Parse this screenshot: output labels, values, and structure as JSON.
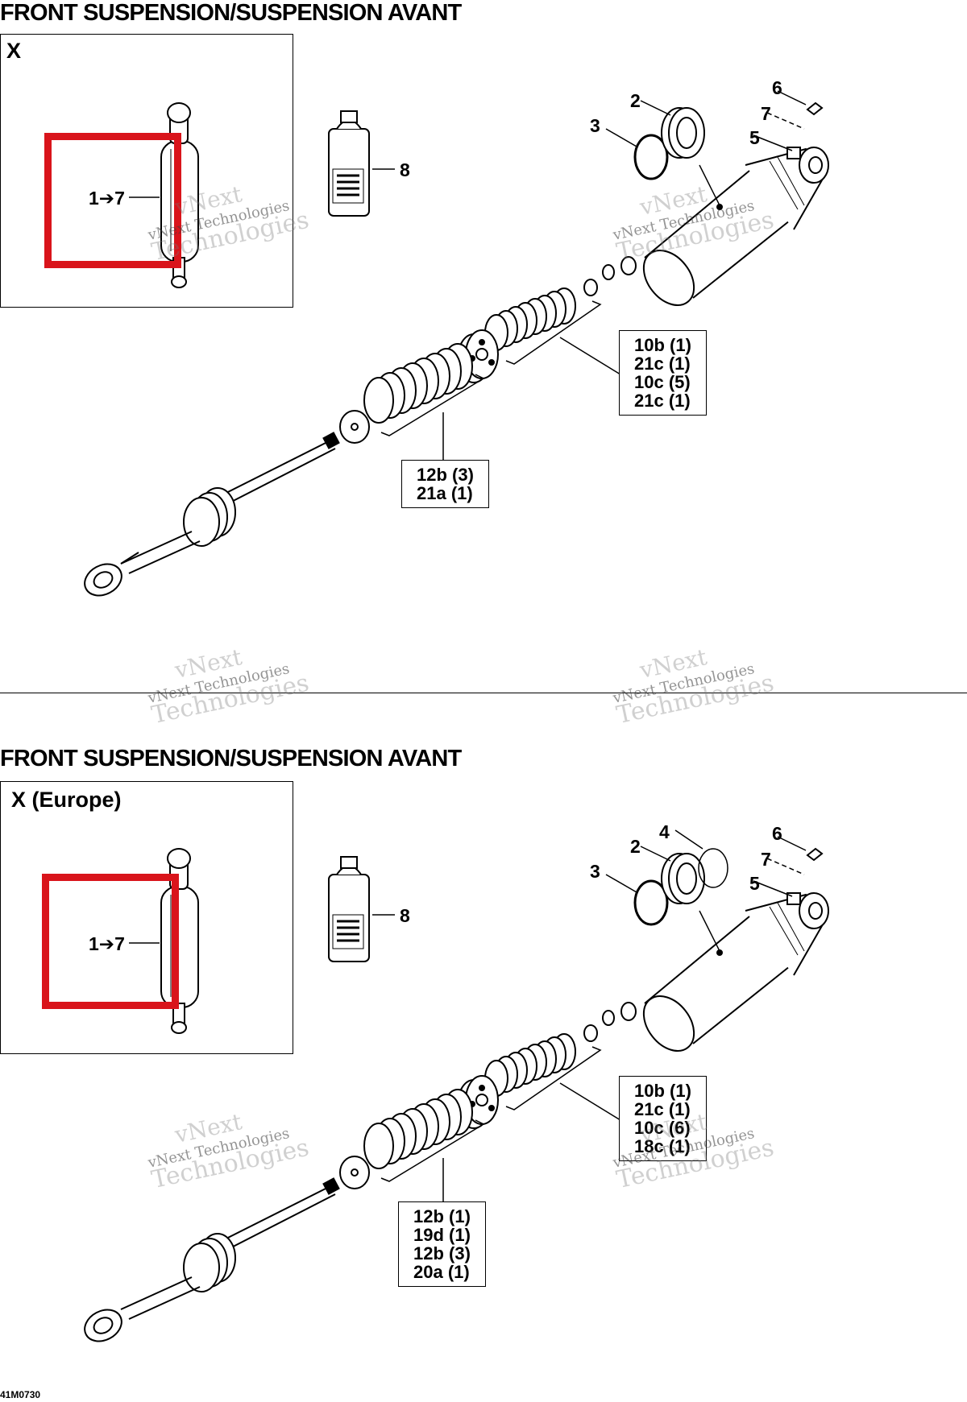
{
  "diagrams": [
    {
      "title": "FRONT SUSPENSION/SUSPENSION AVANT",
      "inset_label": "X",
      "range_label": "1➔7",
      "callouts": {
        "c8": "8",
        "c2": "2",
        "c3": "3",
        "c5": "5",
        "c6": "6",
        "c7": "7"
      },
      "upper_box": [
        "10b (1)",
        "21c (1)",
        "10c (5)",
        "21c (1)"
      ],
      "lower_box": [
        "12b (3)",
        "21a (1)"
      ]
    },
    {
      "title": "FRONT SUSPENSION/SUSPENSION AVANT",
      "inset_label": "X (Europe)",
      "range_label": "1➔7",
      "callouts": {
        "c8": "8",
        "c2": "2",
        "c3": "3",
        "c4": "4",
        "c5": "5",
        "c6": "6",
        "c7": "7"
      },
      "upper_box": [
        "10b (1)",
        "21c (1)",
        "10c (6)",
        "18c (1)"
      ],
      "lower_box": [
        "12b (1)",
        "19d (1)",
        "12b (3)",
        "20a (1)"
      ]
    }
  ],
  "watermark": {
    "line1": "vNext",
    "line2": "vNext Technologies",
    "line3": "Technologies"
  },
  "footer_code": "41M0730",
  "icons": [
    "shock-absorber-icon",
    "oil-bottle-icon",
    "o-ring-icon",
    "seal-icon",
    "reservoir-icon",
    "damper-rod-icon",
    "spring-stack-icon",
    "piston-icon",
    "cap-icon"
  ],
  "colors": {
    "highlight": "#d9141b",
    "line": "#000000"
  }
}
